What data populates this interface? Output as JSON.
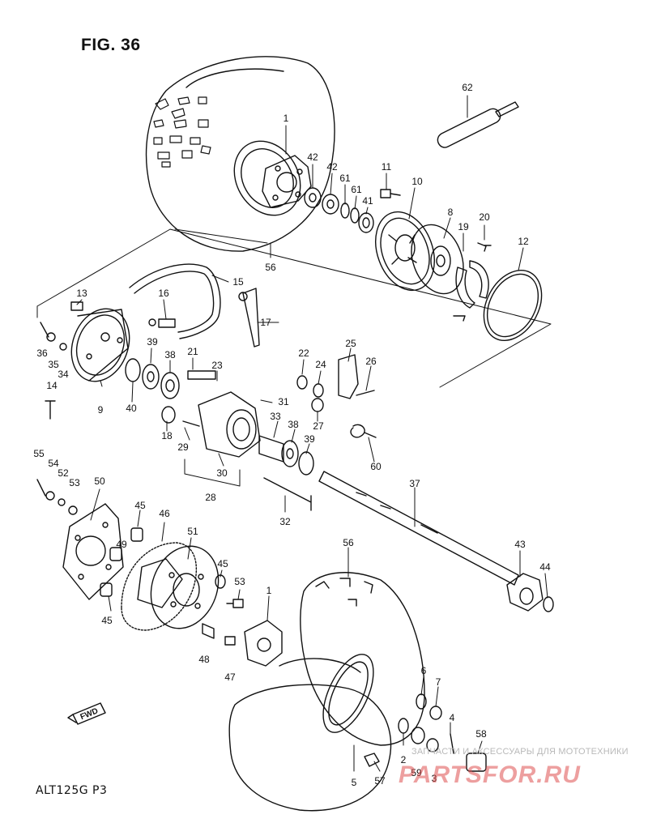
{
  "figure": {
    "title": "FIG. 36",
    "model_code": "ALT125G P3"
  },
  "watermark": {
    "tagline": "ЗАПЧАСТИ И АКСЕССУАРЫ ДЛЯ МОТОТЕХНИКИ",
    "logo": "PARTSFOR.RU",
    "logo_color": "#de5050"
  },
  "direction_marker": "FWD",
  "callouts": [
    "62",
    "1",
    "42",
    "42",
    "61",
    "61",
    "41",
    "11",
    "10",
    "8",
    "19",
    "20",
    "12",
    "56",
    "15",
    "16",
    "13",
    "17",
    "36",
    "35",
    "34",
    "39",
    "38",
    "21",
    "23",
    "22",
    "24",
    "25",
    "26",
    "14",
    "9",
    "40",
    "31",
    "18",
    "33",
    "38",
    "39",
    "29",
    "30",
    "27",
    "60",
    "55",
    "54",
    "52",
    "53",
    "50",
    "28",
    "32",
    "37",
    "45",
    "46",
    "49",
    "45",
    "53",
    "51",
    "1",
    "43",
    "44",
    "45",
    "48",
    "47",
    "56",
    "6",
    "7",
    "5",
    "57",
    "2",
    "59",
    "3",
    "4",
    "58"
  ]
}
